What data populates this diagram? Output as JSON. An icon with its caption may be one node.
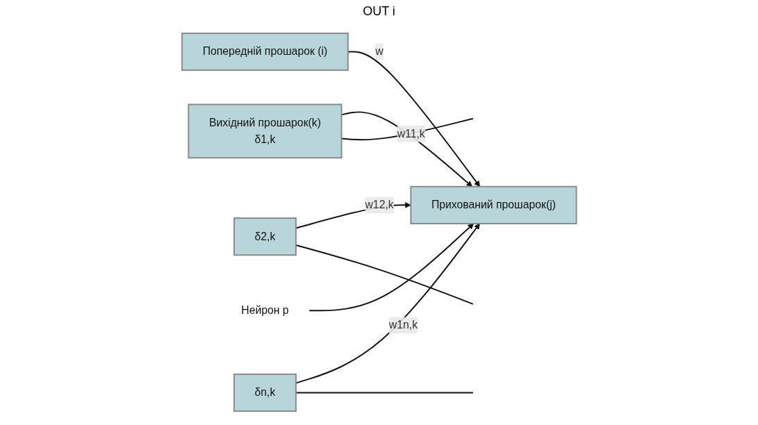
{
  "diagram": {
    "nodes": [
      {
        "text": [
          "Попередній прошарок (i)"
        ]
      },
      {
        "text": [
          "Прихований прошарок(j)"
        ]
      },
      {
        "text": [
          "Вихідний прошарок(k)",
          "δ1,k"
        ]
      },
      {
        "text": [
          "δ2,k"
        ]
      },
      {
        "text": [
          "δn,k"
        ]
      },
      {
        "text": [
          "Нейрон p"
        ]
      }
    ],
    "edges": [
      {
        "from": 0,
        "to": 1,
        "arrow": "to",
        "label": "w"
      },
      {
        "from": 2,
        "to": 1,
        "arrow": "to",
        "label": "w11,k"
      },
      {
        "from": 3,
        "to": 1,
        "arrow": "to",
        "label": "w12,k"
      },
      {
        "from": 4,
        "to": 1,
        "arrow": "to",
        "label": "w1n,k"
      },
      {
        "from": 5,
        "to": 1,
        "arrow": "to"
      },
      {
        "from": 2,
        "to": null,
        "arrow": "none"
      },
      {
        "from": 3,
        "to": null,
        "arrow": "none"
      },
      {
        "from": 4,
        "to": null,
        "arrow": "none"
      }
    ],
    "labels": [
      "OUT i"
    ]
  }
}
